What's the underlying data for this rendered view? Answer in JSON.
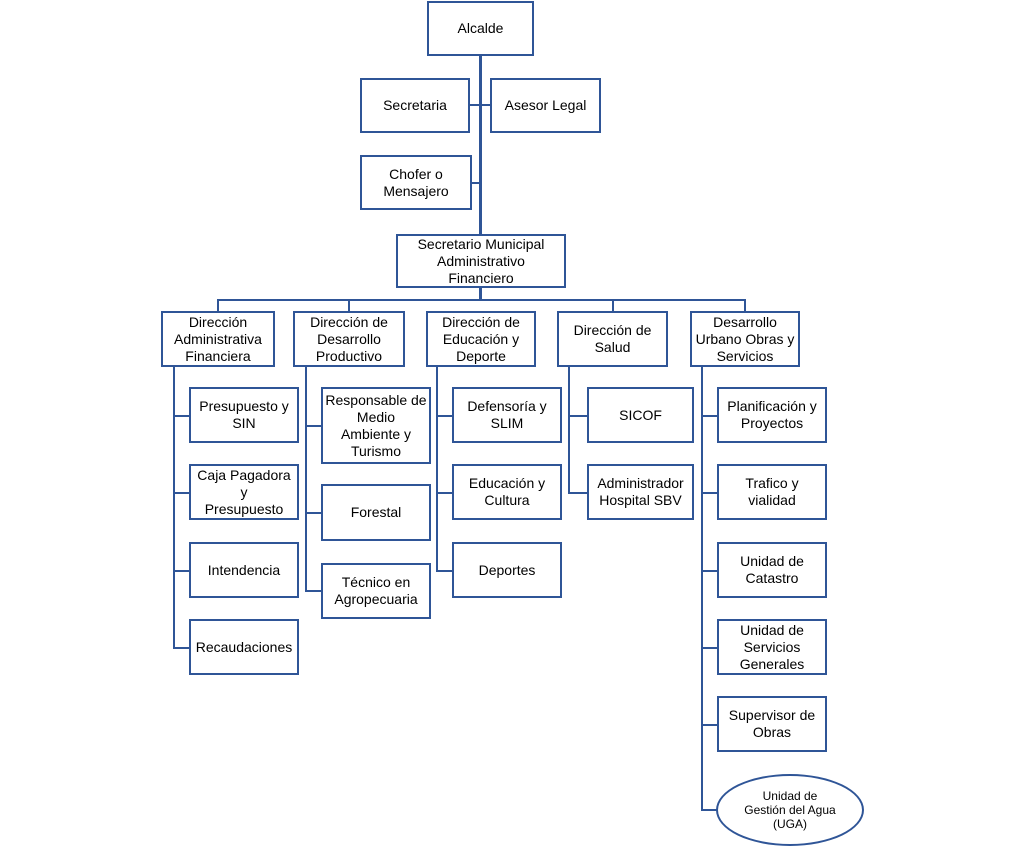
{
  "chart_type": "org-chart",
  "colors": {
    "border": "#2f5597",
    "connector": "#2f5597",
    "fill": "#ffffff",
    "text": "#000000"
  },
  "nodes": {
    "alcalde": "Alcalde",
    "secretaria": "Secretaria",
    "asesor_legal": "Asesor Legal",
    "chofer": "Chofer o\nMensajero",
    "secretario_municipal": "Secretario Municipal\nAdministrativo\nFinanciero",
    "dir_admin": "Dirección\nAdministrativa\nFinanciera",
    "dir_productivo": "Dirección de\nDesarrollo\nProductivo",
    "dir_educacion": "Dirección de\nEducación y\nDeporte",
    "dir_salud": "Dirección de\nSalud",
    "dir_urbano": "Desarrollo\nUrbano Obras y\nServicios",
    "presupuesto_sin": "Presupuesto y\nSIN",
    "caja_pagadora": "Caja Pagadora y\nPresupuesto",
    "intendencia": "Intendencia",
    "recaudaciones": "Recaudaciones",
    "medio_ambiente": "Responsable de\nMedio\nAmbiente y\nTurismo",
    "forestal": "Forestal",
    "tecnico_agro": "Técnico en\nAgropecuaria",
    "defensoria": "Defensoría y\nSLIM",
    "educacion_cultura": "Educación y\nCultura",
    "deportes": "Deportes",
    "sicof": "SICOF",
    "admin_hospital": "Administrador\nHospital SBV",
    "planificacion": "Planificación y\nProyectos",
    "trafico": "Trafico y\nvialidad",
    "catastro": "Unidad de\nCatastro",
    "servicios_generales": "Unidad de\nServicios\nGenerales",
    "supervisor_obras": "Supervisor de\nObras",
    "uga": "Unidad de\nGestión del Agua\n(UGA)"
  }
}
